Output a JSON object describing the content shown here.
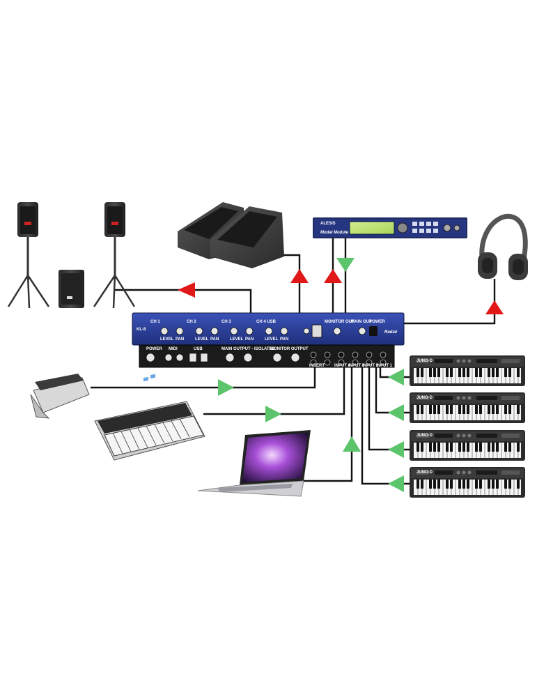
{
  "mixer": {
    "model": "KL-8",
    "brand": "Radial",
    "channels": [
      "CH 1",
      "CH 2",
      "CH 3",
      "CH 4 USB"
    ],
    "knob_labels": [
      "LEVEL",
      "PAN",
      "LEVEL",
      "PAN",
      "LEVEL",
      "PAN",
      "LEVEL",
      "PAN"
    ],
    "section_labels": [
      "MONITOR OUT",
      "MAIN OUT",
      "POWER"
    ],
    "rear_labels": [
      "POWER",
      "MIDI",
      "USB",
      "MAIN OUTPUT - ISOLATED",
      "MONITOR OUTPUT",
      "INSERT",
      "INPUT 4",
      "INPUT 3",
      "INPUT 2",
      "INPUT 1"
    ]
  },
  "rack_unit": {
    "brand": "ALESIS",
    "model": "Modal Module"
  },
  "synth_label": "JUNO-D",
  "colors": {
    "output_arrow": "#e01818",
    "input_arrow": "#5cc46a",
    "connector": "#111111",
    "mixer_front": "#2a3f9e",
    "mixer_rear": "#1b1b1b"
  },
  "icons": [
    "pa-speaker-icon",
    "subwoofer-icon",
    "stage-monitor-icon",
    "rack-module-icon",
    "headphones-icon",
    "expression-pedal-icon",
    "midi-keyboard-icon",
    "laptop-icon",
    "synthesizer-icon"
  ]
}
